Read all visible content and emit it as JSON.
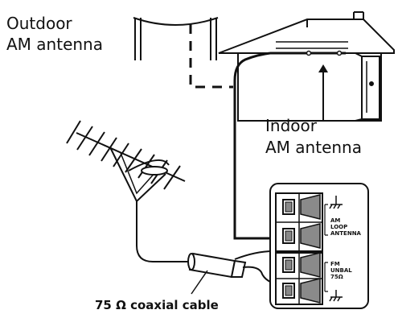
{
  "labels": {
    "outdoor_line1": "Outdoor",
    "outdoor_line2": "AM antenna",
    "indoor_line1": "Indoor",
    "indoor_line2": "AM antenna",
    "coax": "75 Ω coaxial cable"
  },
  "panel": {
    "am_line1": "AM",
    "am_line2": "LOOP",
    "am_line3": "ANTENNA",
    "fm_line1": "FM",
    "fm_line2": "UNBAL",
    "fm_line3": "75Ω"
  },
  "colors": {
    "line": "#111111",
    "terminal_fill": "#8a8a8a"
  },
  "icons": [
    "outdoor-am-antenna-icon",
    "house-icon",
    "fm-yagi-antenna-icon",
    "terminal-panel-icon",
    "ground-symbol-icon"
  ]
}
